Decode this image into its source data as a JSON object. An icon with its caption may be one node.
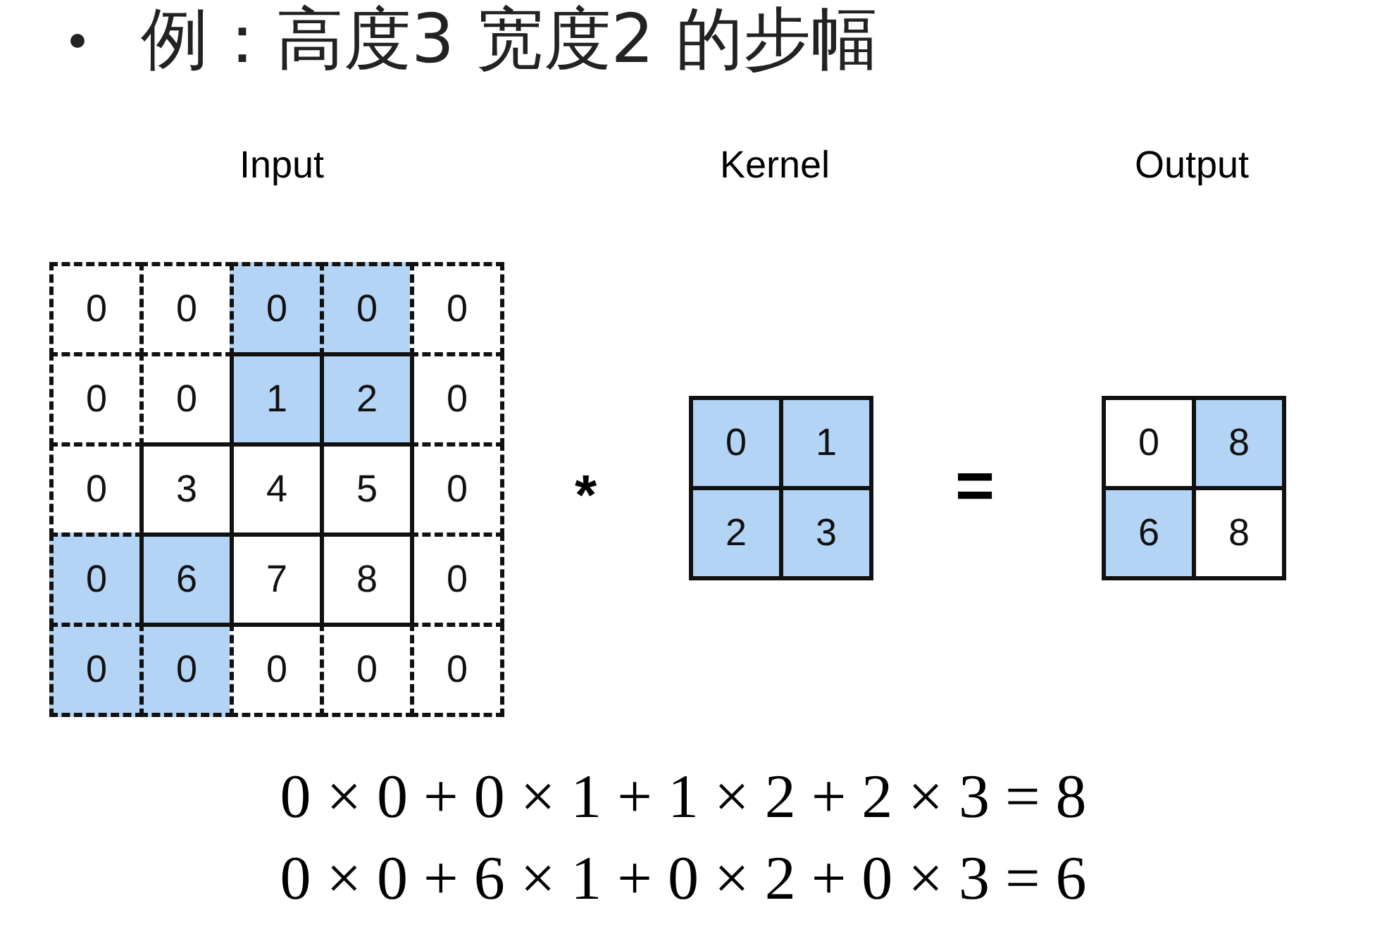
{
  "diagram": {
    "title": "例：高度3 宽度2 的步幅",
    "labels": [
      "Input",
      "Kernel",
      "Output",
      "0",
      "0",
      "0",
      "0",
      "0",
      "0",
      "0",
      "1",
      "2",
      "0",
      "0",
      "3",
      "4",
      "5",
      "0",
      "0",
      "6",
      "7",
      "8",
      "0",
      "0",
      "0",
      "0",
      "0",
      "0",
      "*",
      "0",
      "1",
      "2",
      "3",
      "=",
      "0",
      "8",
      "6",
      "8",
      "0 × 0 + 0 × 1 + 1 × 2 + 2 × 3 = 8",
      "0 × 0 + 6 × 1 + 0 × 2 + 0 × 3 = 6"
    ]
  }
}
